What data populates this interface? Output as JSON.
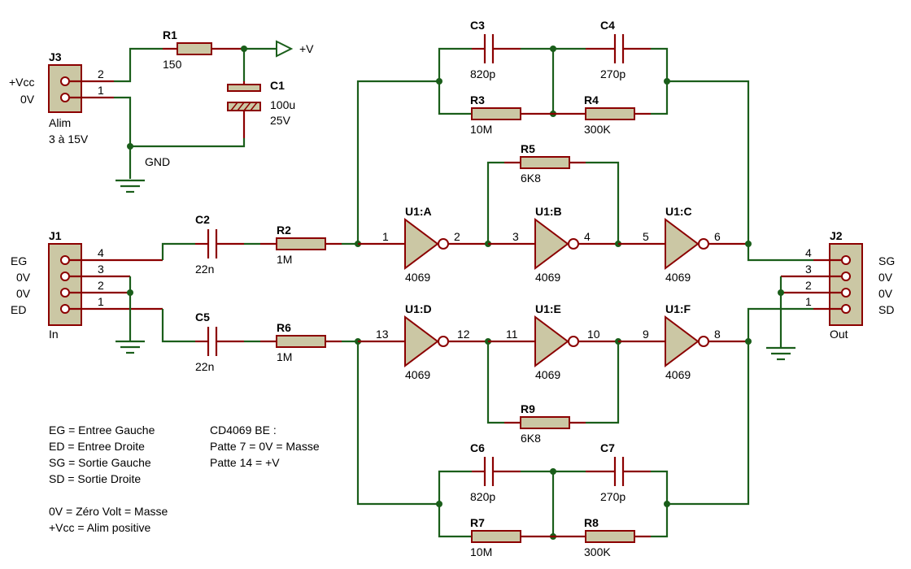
{
  "connectors": {
    "j3": {
      "ref": "J3",
      "name": "Alim",
      "desc": "3 à 15V",
      "pins": [
        "2",
        "1"
      ],
      "labels": [
        "+Vcc",
        "0V"
      ]
    },
    "j1": {
      "ref": "J1",
      "name": "In",
      "pins": [
        "4",
        "3",
        "2",
        "1"
      ],
      "labels": [
        "EG",
        "0V",
        "0V",
        "ED"
      ]
    },
    "j2": {
      "ref": "J2",
      "name": "Out",
      "pins": [
        "4",
        "3",
        "2",
        "1"
      ],
      "labels": [
        "SG",
        "0V",
        "0V",
        "SD"
      ]
    }
  },
  "power": {
    "vplus": "+V",
    "gnd": "GND"
  },
  "components": {
    "r1": {
      "ref": "R1",
      "value": "150"
    },
    "c1": {
      "ref": "C1",
      "value": "100u",
      "voltage": "25V"
    },
    "c2": {
      "ref": "C2",
      "value": "22n"
    },
    "r2": {
      "ref": "R2",
      "value": "1M"
    },
    "c3": {
      "ref": "C3",
      "value": "820p"
    },
    "c4": {
      "ref": "C4",
      "value": "270p"
    },
    "r3": {
      "ref": "R3",
      "value": "10M"
    },
    "r4": {
      "ref": "R4",
      "value": "300K"
    },
    "r5": {
      "ref": "R5",
      "value": "6K8"
    },
    "c5": {
      "ref": "C5",
      "value": "22n"
    },
    "r6": {
      "ref": "R6",
      "value": "1M"
    },
    "r9": {
      "ref": "R9",
      "value": "6K8"
    },
    "c6": {
      "ref": "C6",
      "value": "820p"
    },
    "c7": {
      "ref": "C7",
      "value": "270p"
    },
    "r7": {
      "ref": "R7",
      "value": "10M"
    },
    "r8": {
      "ref": "R8",
      "value": "300K"
    }
  },
  "gates": {
    "u1a": {
      "ref": "U1:A",
      "part": "4069",
      "pin_in": "1",
      "pin_out": "2"
    },
    "u1b": {
      "ref": "U1:B",
      "part": "4069",
      "pin_in": "3",
      "pin_out": "4"
    },
    "u1c": {
      "ref": "U1:C",
      "part": "4069",
      "pin_in": "5",
      "pin_out": "6"
    },
    "u1d": {
      "ref": "U1:D",
      "part": "4069",
      "pin_in": "13",
      "pin_out": "12"
    },
    "u1e": {
      "ref": "U1:E",
      "part": "4069",
      "pin_in": "11",
      "pin_out": "10"
    },
    "u1f": {
      "ref": "U1:F",
      "part": "4069",
      "pin_in": "9",
      "pin_out": "8"
    }
  },
  "notes": {
    "legend": [
      "EG = Entree Gauche",
      "ED = Entree Droite",
      "SG = Sortie Gauche",
      "SD = Sortie Droite",
      "",
      "0V = Zéro Volt = Masse",
      "+Vcc = Alim positive"
    ],
    "ic": [
      "CD4069 BE :",
      "Patte 7 = 0V = Masse",
      "Patte 14 = +V"
    ]
  }
}
